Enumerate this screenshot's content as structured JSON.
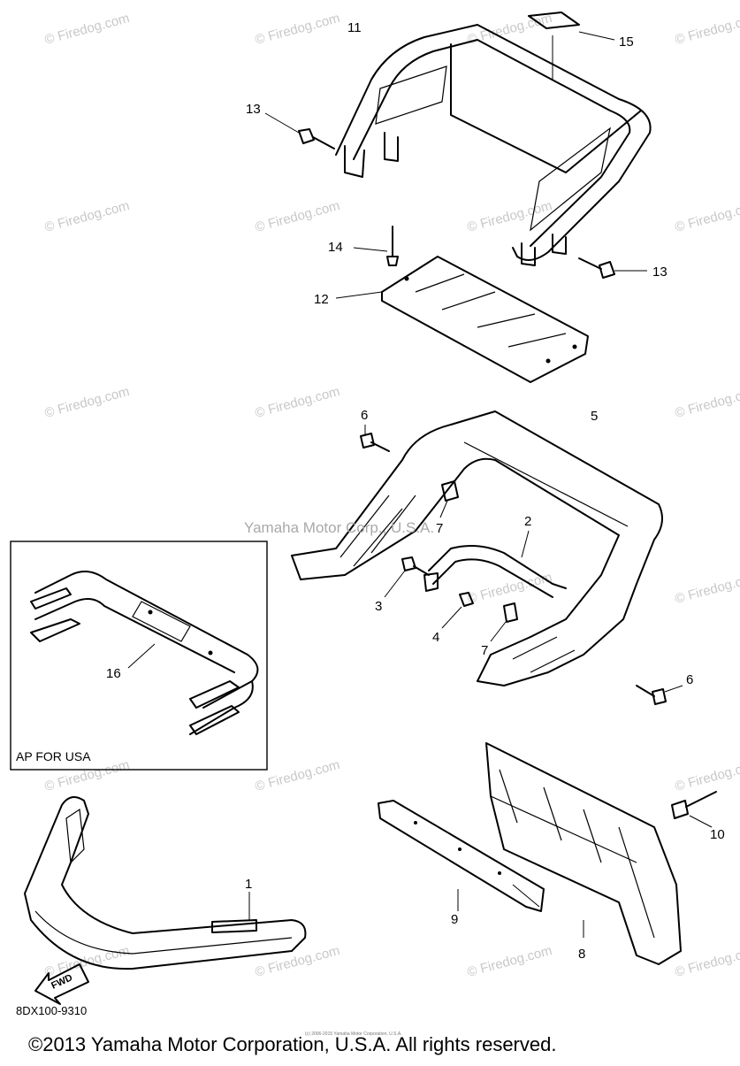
{
  "watermark": {
    "text": "© Firedog.com"
  },
  "center_watermark": "Yamaha Motor Corp., U.S.A.",
  "callouts": {
    "c1": "1",
    "c2": "2",
    "c3": "3",
    "c4": "4",
    "c5": "5",
    "c6a": "6",
    "c6b": "6",
    "c7a": "7",
    "c7b": "7",
    "c8": "8",
    "c9": "9",
    "c10": "10",
    "c11": "11",
    "c12": "12",
    "c13a": "13",
    "c13b": "13",
    "c14": "14",
    "c15": "15",
    "c16": "16"
  },
  "inset": {
    "label": "AP FOR USA"
  },
  "fwd_label": "FWD",
  "diagram_code": "8DX100-9310",
  "tiny_text": "(c) 2006-2015 Yamaha Motor Corporation, U.S.A.",
  "copyright": "©2013 Yamaha Motor Corporation, U.S.A. All rights reserved."
}
